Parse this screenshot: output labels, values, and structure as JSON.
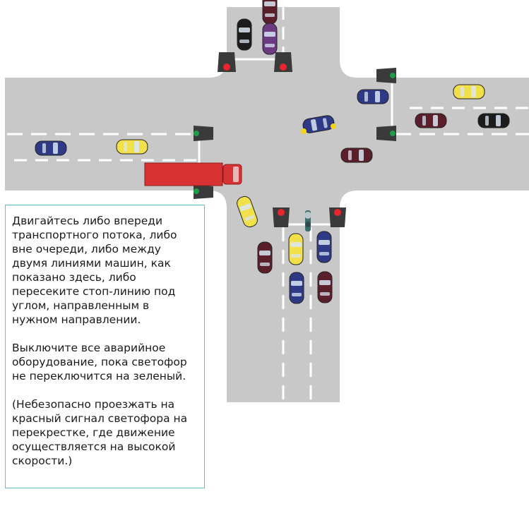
{
  "info_box": {
    "paragraphs": [
      "Двигайтесь либо впереди транспортного потока, либо вне очереди, либо между двумя линиями машин, как показано здесь, либо пересеките стоп-линию под углом, направленным в нужном направлении.",
      "Выключите все аварийное оборудование, пока светофор не переключится на зеленый.",
      "(Небезопасно проезжать на красный сигнал светофора на перекрестке, где движение осуществляется на высокой скорости.)"
    ]
  },
  "colors": {
    "road": "#c8c8c9",
    "lane_marking": "#ffffff",
    "signal_red": "#e8262b",
    "signal_green": "#1f9e4a",
    "signal_housing": "#3a3a3a",
    "truck_red": "#d93232",
    "car_yellow": "#f1e04a",
    "car_blue": "#2f3a86",
    "car_maroon": "#5a1f2a",
    "car_black": "#1c1c1c",
    "car_purple": "#6b3a83",
    "emergency_light": "#f5d51a",
    "box_border": "#5fbfd3"
  },
  "icons": {
    "vehicle": "car-icon",
    "heavy_vehicle": "truck-icon",
    "signal": "traffic-light-icon",
    "rider": "motorcycle-icon"
  }
}
